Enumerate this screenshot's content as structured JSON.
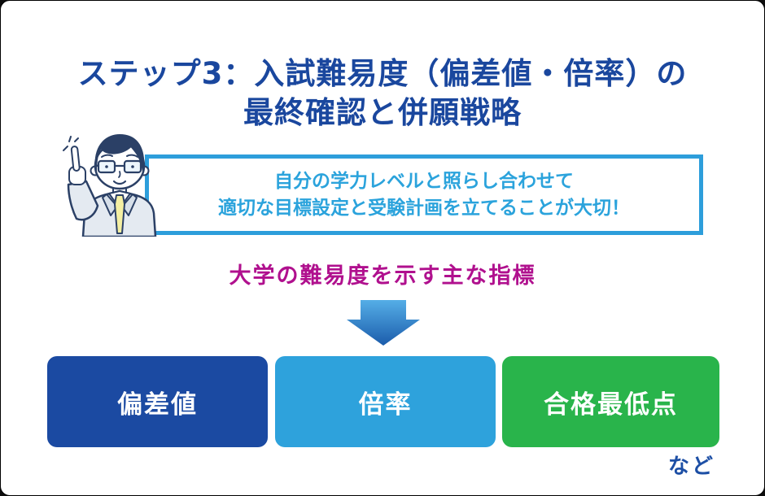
{
  "title": {
    "line1": "ステップ3：入試難易度（偏差値・倍率）の",
    "line2": "最終確認と併願戦略"
  },
  "callout": {
    "line1": "自分の学力レベルと照らし合わせて",
    "line2": "適切な目標設定と受験計画を立てることが大切！"
  },
  "section_label": "大学の難易度を示す主な指標",
  "indicators": [
    {
      "label": "偏差値",
      "color": "#1b4aa2"
    },
    {
      "label": "倍率",
      "color": "#2ea2dc"
    },
    {
      "label": "合格最低点",
      "color": "#29b44b"
    }
  ],
  "etc_label": "など",
  "colors": {
    "title_text": "#1a479e",
    "callout_border": "#2d9edb",
    "callout_text": "#2ba3dc",
    "section_label_text": "#b0108e",
    "arrow_top": "#55aee7",
    "arrow_bottom": "#1b5cab",
    "etc_text": "#1d4fa5"
  },
  "illustration": "advisor-pointing-up"
}
